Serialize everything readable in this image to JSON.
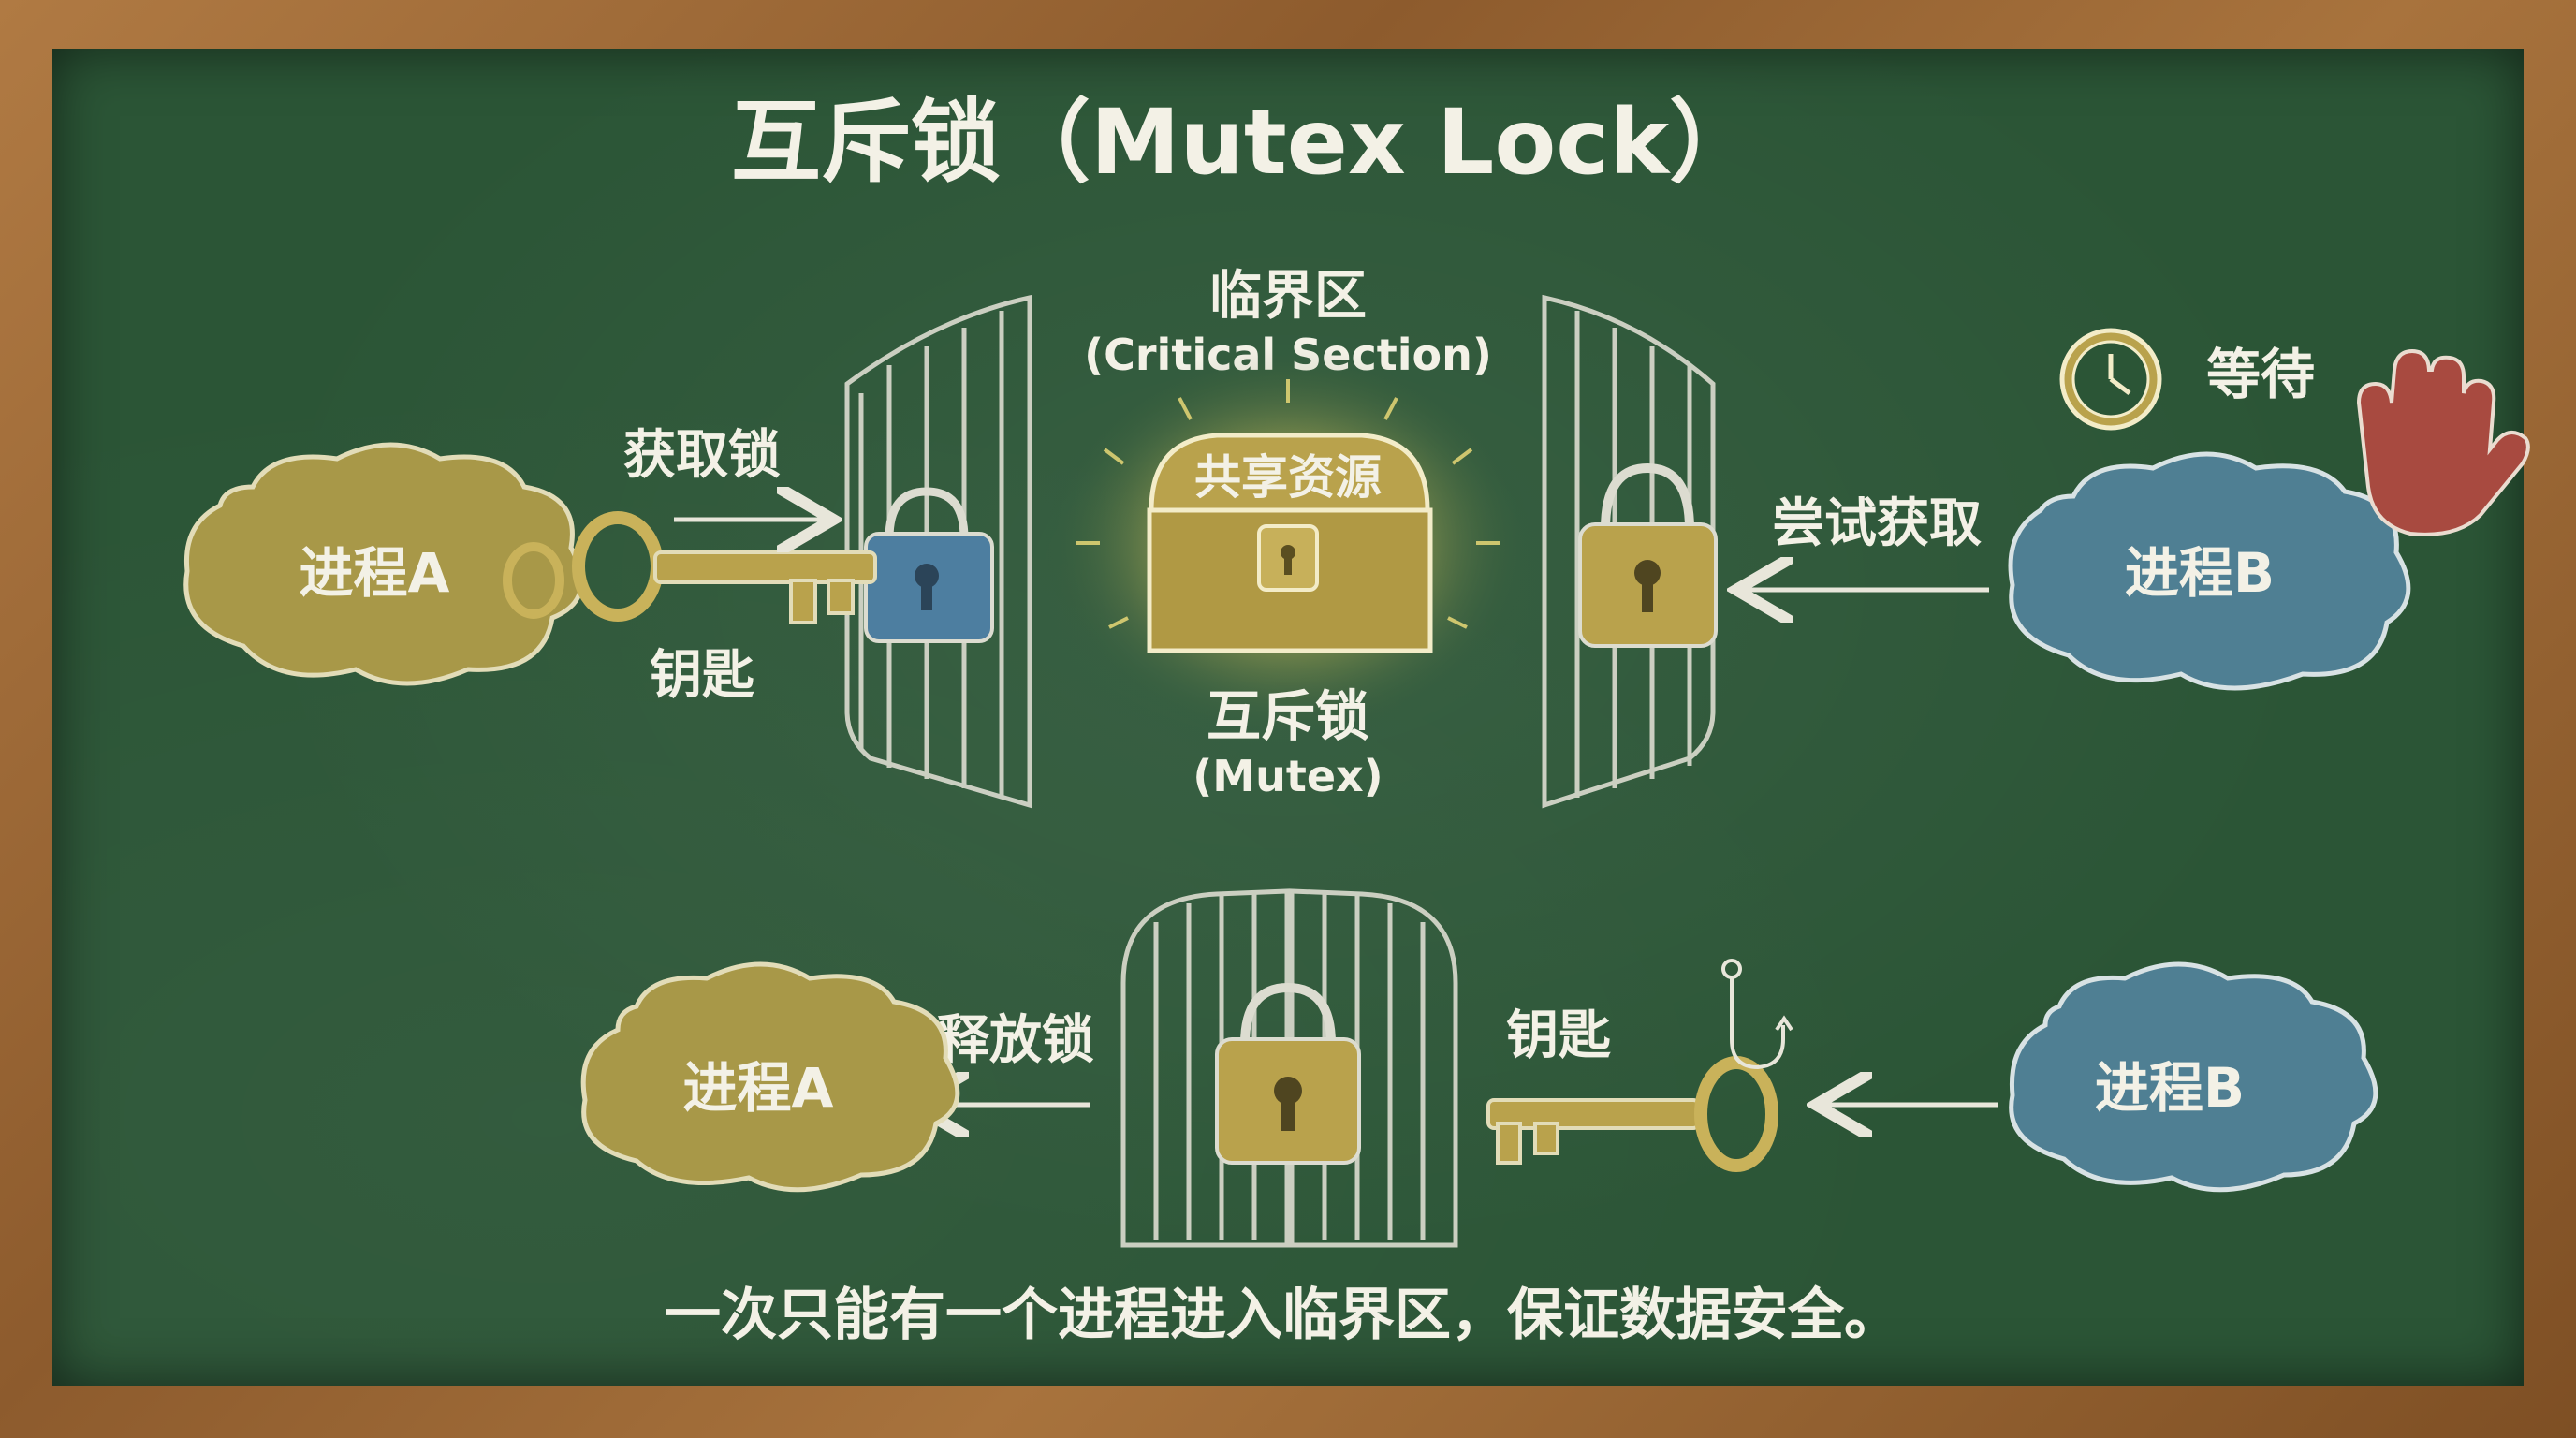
{
  "title": "互斥锁（Mutex Lock）",
  "critical_section": {
    "zh": "临界区",
    "en": "(Critical Section)"
  },
  "shared_resource": "共享资源",
  "mutex": {
    "zh": "互斥锁",
    "en": "(Mutex)"
  },
  "top_flow": {
    "process_a": "进程A",
    "acquire_label": "获取锁",
    "key_label": "钥匙",
    "process_b": "进程B",
    "try_label": "尝试获取",
    "wait_label": "等待"
  },
  "bottom_flow": {
    "process_a": "进程A",
    "release_label": "释放锁",
    "key_label": "钥匙",
    "process_b": "进程B"
  },
  "footer": "一次只能有一个进程进入临界区，保证数据安全。",
  "colors": {
    "board": "#2b5536",
    "chalk": "#f3f1e6",
    "process_a": "#a89848",
    "process_b": "#4f7f93",
    "lock_gold": "#b9a24c",
    "lock_blue": "#4d7ea0",
    "hand": "#a84a40",
    "glow": "#f2df7a"
  }
}
